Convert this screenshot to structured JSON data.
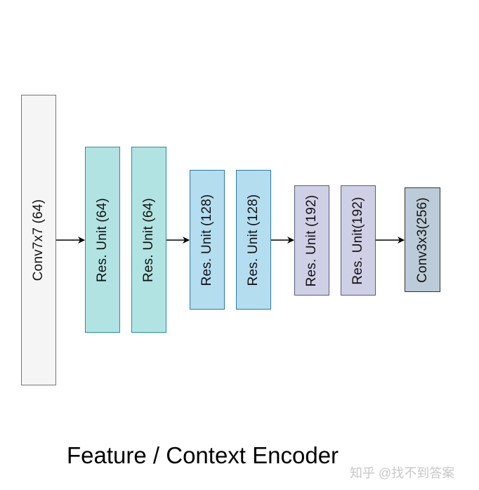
{
  "blocks": [
    {
      "id": "conv7",
      "label": "Conv7x7 (64)"
    },
    {
      "id": "res64a",
      "label": "Res. Unit (64)"
    },
    {
      "id": "res64b",
      "label": "Res. Unit (64)"
    },
    {
      "id": "res128a",
      "label": "Res. Unit (128)"
    },
    {
      "id": "res128b",
      "label": "Res. Unit (128)"
    },
    {
      "id": "res192a",
      "label": "Res. Unit (192)"
    },
    {
      "id": "res192b",
      "label": "Res. Unit(192)"
    },
    {
      "id": "conv3",
      "label": "Conv3x3(256)"
    }
  ],
  "caption": "Feature / Context Encoder",
  "watermark": "知乎 @找不到答案",
  "colors": {
    "conv7_fill": "#f5f5f5",
    "res64_fill": "#b2e3e3",
    "res128_fill": "#b4ddf0",
    "res192_fill": "#cfcfe6",
    "conv3_fill": "#bccbd8",
    "arrow": "#000000"
  }
}
